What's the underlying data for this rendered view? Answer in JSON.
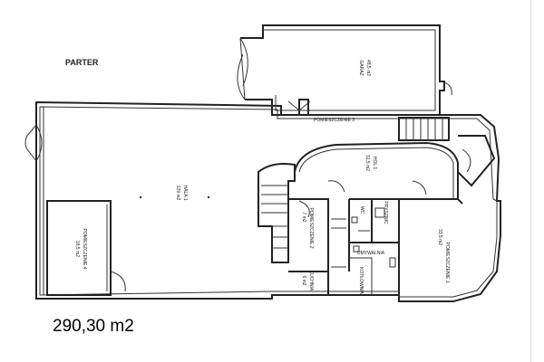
{
  "plan": {
    "floor_label": "PARTER",
    "total_area": "290,30 m2",
    "rooms": {
      "garaz": {
        "name": "GARAŻ",
        "area": "48,5 m2"
      },
      "hala": {
        "name": "HALA 1",
        "area": "129 m2"
      },
      "pom3": {
        "name": "POMIESZCZENIE 3"
      },
      "hol": {
        "name": "HOL 1",
        "area": "31,5 m2"
      },
      "pom4": {
        "name": "POMIESZCZENIE 4",
        "area": "18,5 m2"
      },
      "pom2": {
        "name": "POMIESZCZENIE 2",
        "area": "7 m2"
      },
      "pom1": {
        "name": "POMIESZCZENIE 1",
        "area": "33,5 m2"
      },
      "kuchnia": {
        "name": "KUCHNIA",
        "area": "6 m2"
      },
      "kotlownia": {
        "name": "KOTŁOWNIA"
      },
      "umywalnia": {
        "name": "UMYWALNIA"
      },
      "wc": {
        "name": "WC"
      },
      "prysznic": {
        "name": "PRYSZNIC"
      }
    }
  }
}
